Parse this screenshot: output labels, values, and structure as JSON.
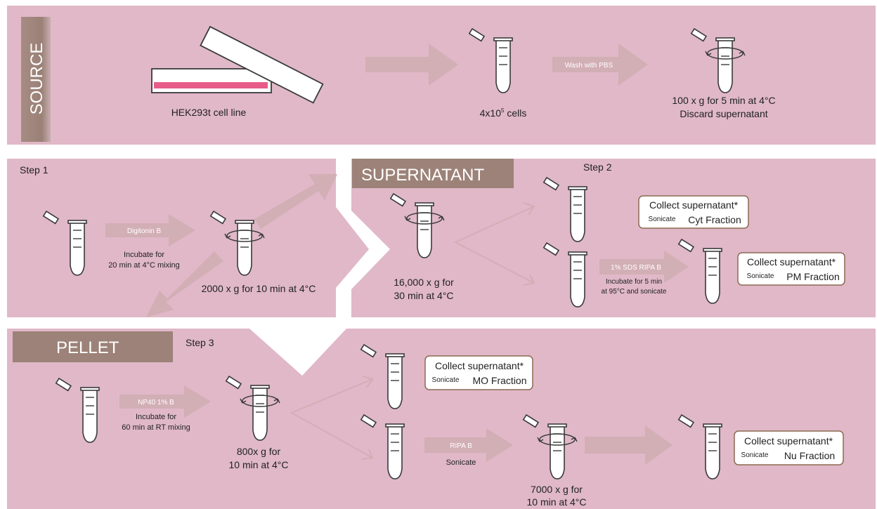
{
  "colors": {
    "panel": "#e0b8c8",
    "header_bg": "#9c8278",
    "arrow": "#d2aeb5",
    "pink_liquid": "#e85c8a",
    "blue_liquid": "#1f9fd4",
    "pellet": "#9a9a9a",
    "box_border": "#8a6a50"
  },
  "source": {
    "title": "SOURCE",
    "cell_line": "HEK293t cell line",
    "cells": "4x10",
    "cells_sup": "5",
    "cells_suffix": " cells",
    "wash": "Wash with PBS",
    "spin_line1": "100 x g for 5 min at 4°C",
    "spin_line2": "Discard supernatant"
  },
  "step1": {
    "label": "Step 1",
    "reagent": "Digitonin B",
    "incubate_line1": "Incubate for",
    "incubate_line2": "20 min at 4°C mixing",
    "spin": "2000 x g for 10 min at 4°C"
  },
  "supernatant": {
    "title": "SUPERNATANT",
    "spin_line1": "16,000 x g for",
    "spin_line2": "30 min at 4°C"
  },
  "step2": {
    "label": "Step 2",
    "reagent": "1% SDS RIPA B",
    "incubate_line1": "Incubate for 5 min",
    "incubate_line2": "at 95°C and sonicate"
  },
  "pellet": {
    "title": "PELLET"
  },
  "step3": {
    "label": "Step 3",
    "reagent": "NP40 1% B",
    "incubate_line1": "Incubate for",
    "incubate_line2": "60 min at RT mixing",
    "spin_line1": "800x g for",
    "spin_line2": "10 min at 4°C",
    "reagent2": "RIPA B",
    "sonicate": "Sonicate",
    "spin2_line1": "7000 x g for",
    "spin2_line2": "10 min at 4°C"
  },
  "boxes": {
    "collect": "Collect supernatant*",
    "sonicate": "Sonicate",
    "cyt": "Cyt Fraction",
    "pm": "PM Fraction",
    "mo": "MO Fraction",
    "nu": "Nu Fraction"
  }
}
